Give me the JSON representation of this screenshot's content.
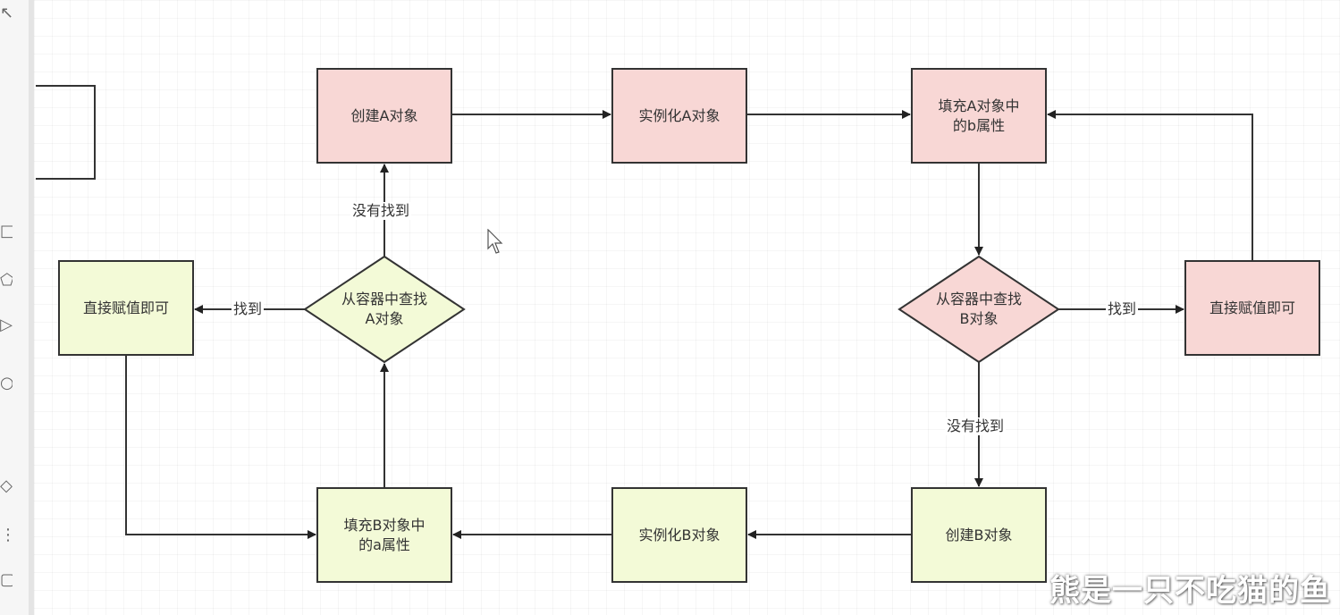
{
  "colors": {
    "pink_fill": "#f8d7d5",
    "green_fill": "#f3fad7",
    "stroke": "#333333"
  },
  "nodes": {
    "create_a": "创建A对象",
    "instantiate_a": "实例化A对象",
    "fill_b_in_a": "填充A对象中\n的b属性",
    "find_a": "从容器中查找\nA对象",
    "assign_left": "直接赋值即可",
    "find_b": "从容器中查找\nB对象",
    "assign_right": "直接赋值即可",
    "fill_a_in_b": "填充B对象中\n的a属性",
    "instantiate_b": "实例化B对象",
    "create_b": "创建B对象"
  },
  "edge_labels": {
    "not_found_a": "没有找到",
    "found_a": "找到",
    "found_b": "找到",
    "not_found_b": "没有找到"
  },
  "watermark": "熊是一只不吃猫的鱼"
}
